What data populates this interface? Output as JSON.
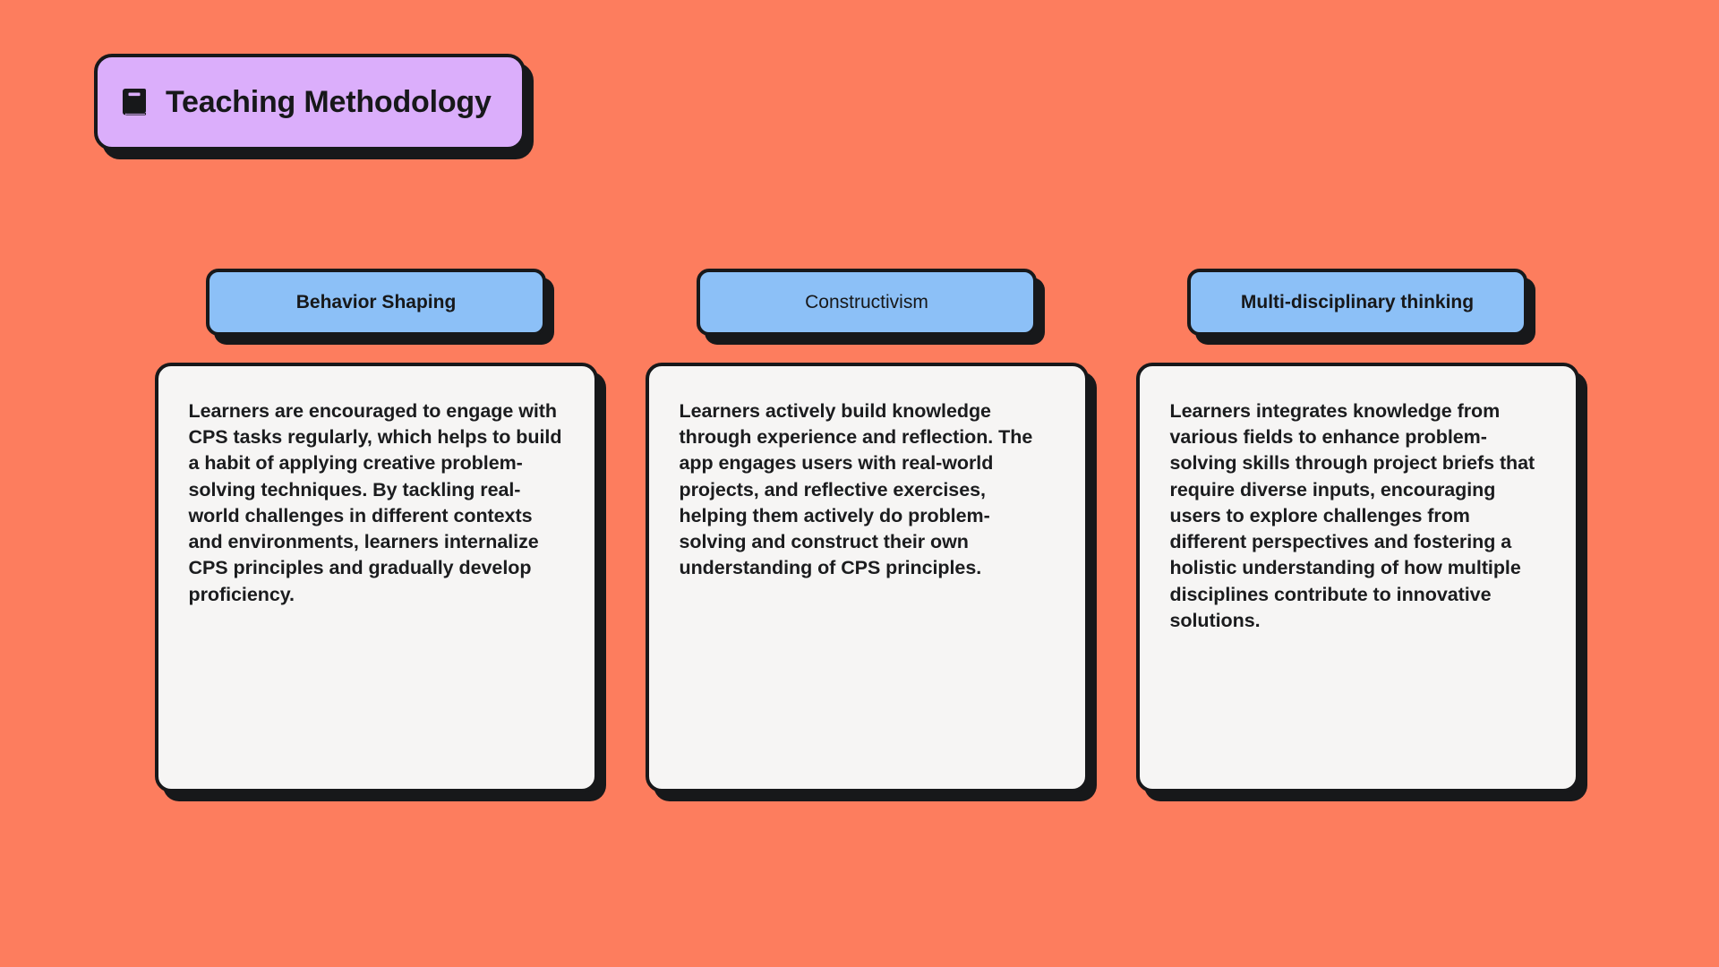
{
  "page": {
    "background_color": "#FD7D5E"
  },
  "title_badge": {
    "icon": "book-icon",
    "label": "Teaching Methodology",
    "background_color": "#DBAEFB",
    "border_color": "#17181A"
  },
  "columns": [
    {
      "header": "Behavior Shaping",
      "header_weight": "bold",
      "body": "Learners are encouraged to engage with CPS tasks regularly, which helps to build a habit of applying creative problem-solving techniques. By tackling real-world challenges in different contexts and environments, learners internalize CPS principles and gradually develop proficiency."
    },
    {
      "header": "Constructivism",
      "header_weight": "normal",
      "body": "Learners actively build knowledge through experience and reflection. The app engages users with real-world projects, and reflective exercises, helping them actively do problem-solving and construct their own understanding of CPS principles."
    },
    {
      "header": "Multi-disciplinary thinking",
      "header_weight": "bold",
      "body": "Learners integrates knowledge from various fields to enhance problem-solving skills through project briefs that require diverse inputs, encouraging users to explore challenges from different perspectives and fostering a holistic understanding of how multiple disciplines contribute to innovative solutions."
    }
  ],
  "colors": {
    "header_pill": "#8CC0F7",
    "card_surface": "#F6F5F4",
    "outline": "#17181A",
    "title_pill": "#DBAEFB"
  }
}
